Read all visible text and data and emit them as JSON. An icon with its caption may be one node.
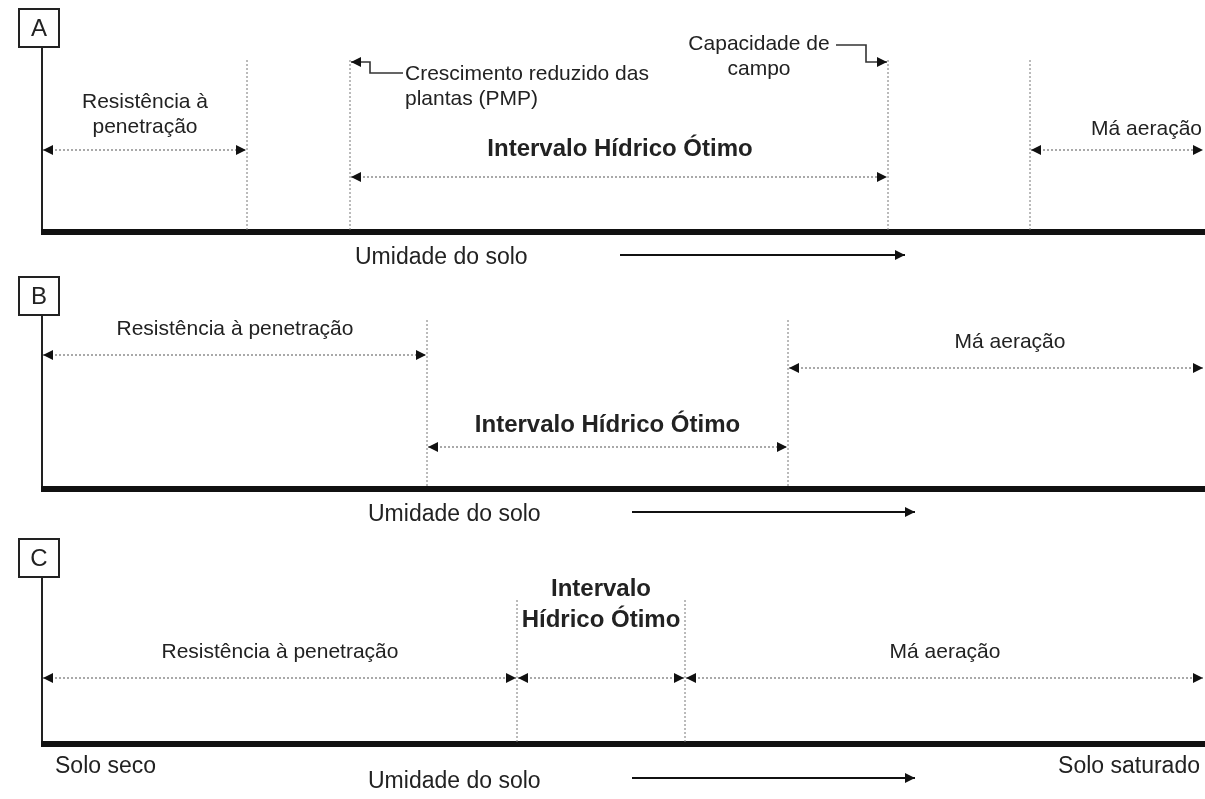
{
  "diagram": {
    "nodes": [
      {
        "text": [
          "A"
        ]
      },
      {
        "text": [
          "B"
        ]
      },
      {
        "text": [
          "C"
        ]
      },
      {
        "text": [
          "Crescimento reduzido das plantas (PMP)"
        ]
      },
      {
        "text": [
          "Capacidade de campo"
        ]
      }
    ],
    "edges": [
      {
        "from": 3,
        "to": null,
        "arrow": "to"
      },
      {
        "from": 4,
        "to": null,
        "arrow": "to"
      }
    ],
    "labels": [
      "Resistência à penetração",
      "Intervalo Hídrico Ótimo",
      "Má aeração",
      "Umidade do solo",
      "Resistência à penetração",
      "Má aeração",
      "Intervalo Hídrico Ótimo",
      "Umidade do solo",
      "Intervalo Hídrico Ótimo",
      "Resistência à penetração",
      "Má aeração",
      "Solo seco",
      "Solo saturado",
      "Umidade do solo"
    ]
  }
}
